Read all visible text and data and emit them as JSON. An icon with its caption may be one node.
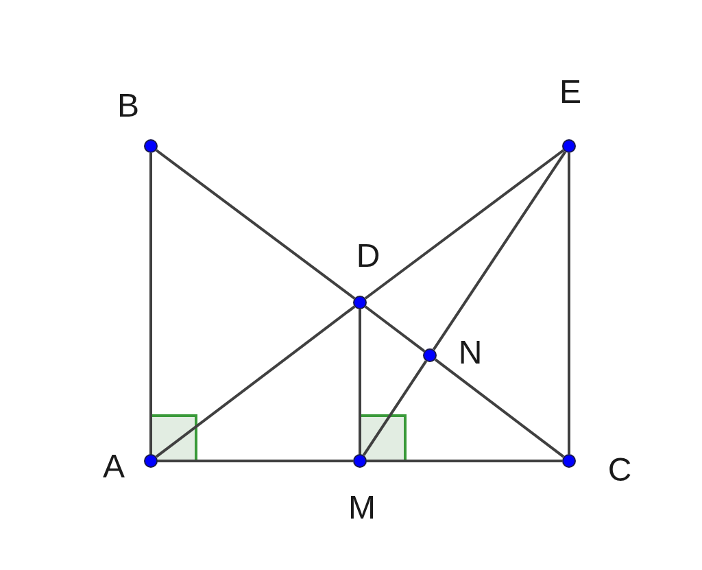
{
  "diagram": {
    "nodes": [
      {
        "text": [],
        "shape": "circle",
        "beside": [
          "B"
        ]
      },
      {
        "text": [],
        "shape": "circle",
        "beside": [
          "E"
        ]
      },
      {
        "text": [],
        "shape": "circle",
        "beside": [
          "D"
        ]
      },
      {
        "text": [],
        "shape": "circle",
        "beside": [
          "N"
        ]
      },
      {
        "text": [],
        "shape": "circle",
        "beside": [
          "A"
        ]
      },
      {
        "text": [],
        "shape": "circle",
        "beside": [
          "M"
        ]
      },
      {
        "text": [],
        "shape": "circle",
        "beside": [
          "C"
        ]
      }
    ],
    "edges": [
      {
        "from": 4,
        "to": 0,
        "arrow": "none"
      },
      {
        "from": 0,
        "to": 2,
        "arrow": "none"
      },
      {
        "from": 2,
        "to": 3,
        "arrow": "none"
      },
      {
        "from": 3,
        "to": 6,
        "arrow": "none"
      },
      {
        "from": 4,
        "to": 2,
        "arrow": "none"
      },
      {
        "from": 2,
        "to": 1,
        "arrow": "none"
      },
      {
        "from": 5,
        "to": 3,
        "arrow": "none"
      },
      {
        "from": 3,
        "to": 1,
        "arrow": "none"
      },
      {
        "from": 2,
        "to": 5,
        "arrow": "none"
      },
      {
        "from": 1,
        "to": 6,
        "arrow": "none"
      },
      {
        "from": 4,
        "to": 5,
        "arrow": "none"
      },
      {
        "from": 5,
        "to": 6,
        "arrow": "none"
      }
    ]
  }
}
